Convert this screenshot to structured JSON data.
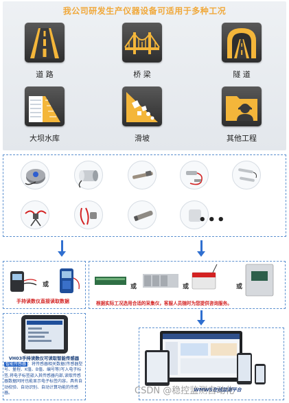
{
  "top": {
    "title": "我公司研发生产仪器设备可适用于多种工况",
    "categories": [
      {
        "label": "道 路",
        "icon": "road-icon"
      },
      {
        "label": "桥 梁",
        "icon": "bridge-icon"
      },
      {
        "label": "隧 道",
        "icon": "tunnel-icon"
      },
      {
        "label": "大坝水库",
        "icon": "dam-icon"
      },
      {
        "label": "滑坡",
        "icon": "landslide-icon"
      },
      {
        "label": "其他工程",
        "icon": "engineer-folder-icon"
      }
    ],
    "accent_color": "#f4b63a"
  },
  "sensors": {
    "more": "•••",
    "items": [
      "earth-pressure-cell-icon",
      "strain-gauge-icon",
      "rod-sensor-icon",
      "cable-sensor-icon",
      "thermometer-probe-icon",
      "clip-sensor-icon",
      "red-lead-sensor-icon",
      "anchor-sensor-icon",
      "displacement-meter-icon"
    ]
  },
  "readers": {
    "or": "或",
    "caption": "手持读数仪直接读取数据"
  },
  "acquisition": {
    "or1": "或",
    "or2": "或",
    "or3": "或",
    "caption": "根据实际工况选用合适的采集仪，客服人员随时为您提供咨询服务。"
  },
  "vh03": {
    "title": "VH03手持读数仪可读取智能传感器",
    "tag": "智能传感器",
    "desc": "：将传感器相关数据(传感器型号、量程、K值、B值、编号等)写入电子标签,将电子标签嵌入其传感器内部,读取传感器数据同时也能显示电子标签内容，具有自动校验、自动识别、自动计算功能的传感器。"
  },
  "platform": {
    "caption": "WMWS在线监测平台"
  },
  "watermark": "CSDN @稳控监测自动化",
  "colors": {
    "arrow": "#2f6fd0",
    "border": "#5a8fcf",
    "caption_red": "#d32222"
  }
}
